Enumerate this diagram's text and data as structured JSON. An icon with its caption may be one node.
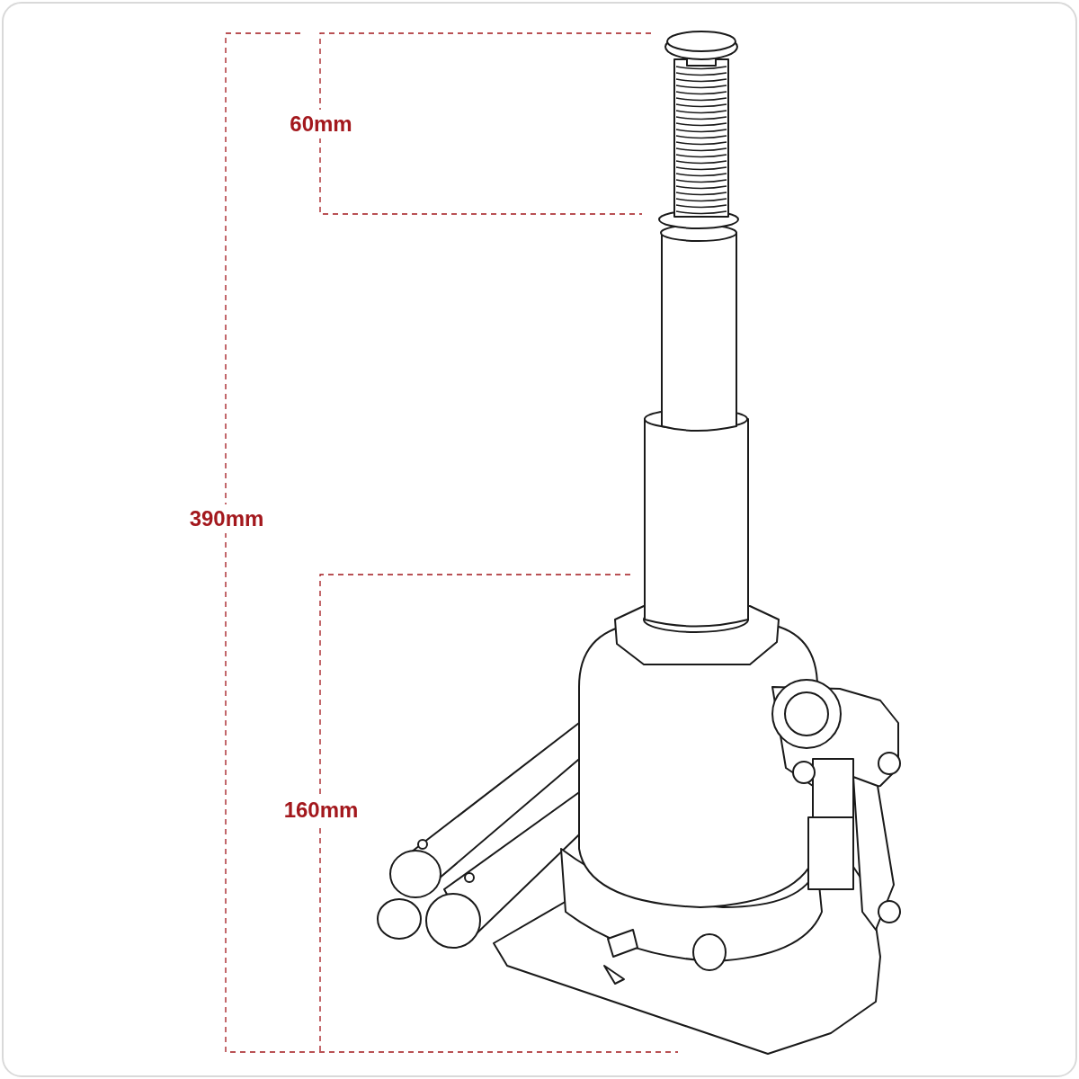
{
  "diagram": {
    "labels": [
      "60mm",
      "390mm",
      "160mm"
    ]
  }
}
